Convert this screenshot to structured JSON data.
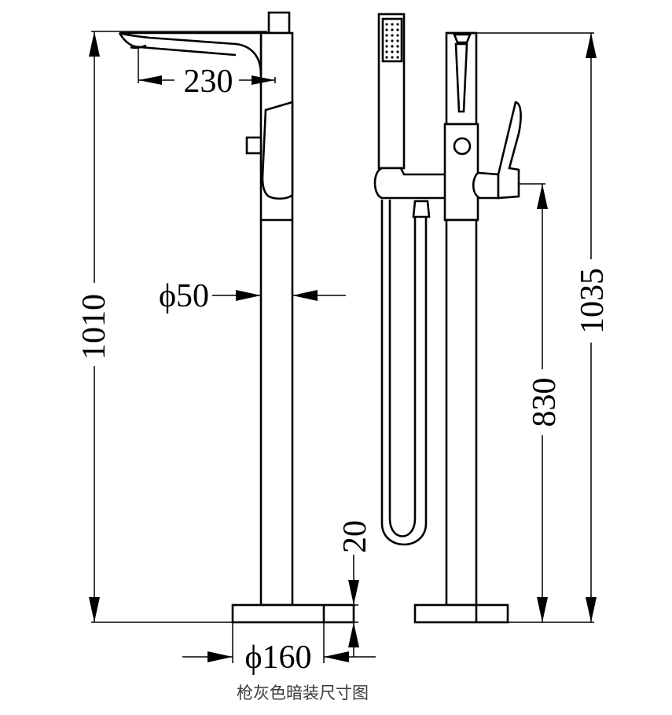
{
  "dimensions": {
    "spout_reach": "230",
    "pipe_diameter": "ϕ50",
    "total_height_front": "1010",
    "base_height": "20",
    "base_diameter": "ϕ160",
    "total_height_side": "1035",
    "handle_height": "830"
  },
  "caption": "枪灰色暗装尺寸图",
  "colors": {
    "line": "#000000",
    "caption": "#3a3a3a",
    "background": "#ffffff"
  }
}
